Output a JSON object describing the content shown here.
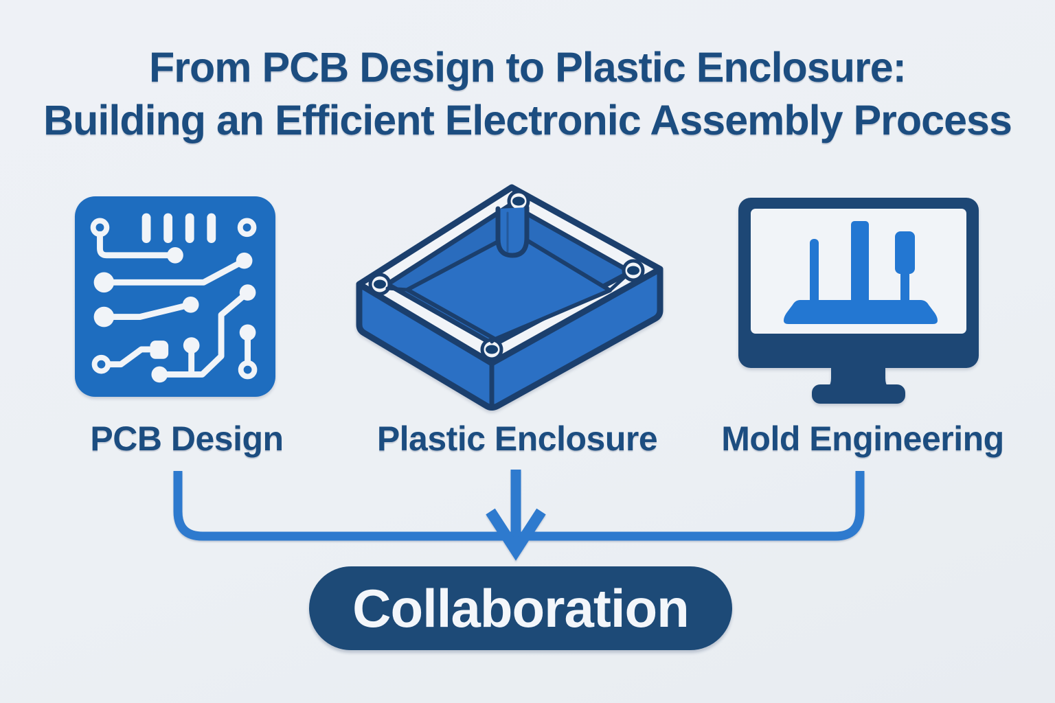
{
  "title": {
    "line1": "From PCB Design to Plastic Enclosure:",
    "line2": "Building an Efficient Electronic Assembly Process"
  },
  "stages": [
    {
      "label": "PCB Design",
      "icon": "circuit-board-icon"
    },
    {
      "label": "Plastic Enclosure",
      "icon": "plastic-enclosure-icon"
    },
    {
      "label": "Mold Engineering",
      "icon": "monitor-mold-icon"
    }
  ],
  "flow": {
    "result_label": "Collaboration"
  },
  "palette": {
    "background": "#edf0f4",
    "title_navy": "#1c4d80",
    "pcb_blue": "#1e6dbf",
    "enclosure_blue": "#2b70c4",
    "outline_navy": "#1b3f6d",
    "monitor_navy": "#1d4775",
    "screen_blue": "#2377d2",
    "connector_blue": "#2e7ace",
    "pill_navy": "#1d4a77",
    "pill_text": "#f3f6fa",
    "trace_white": "#f1f4f8"
  }
}
